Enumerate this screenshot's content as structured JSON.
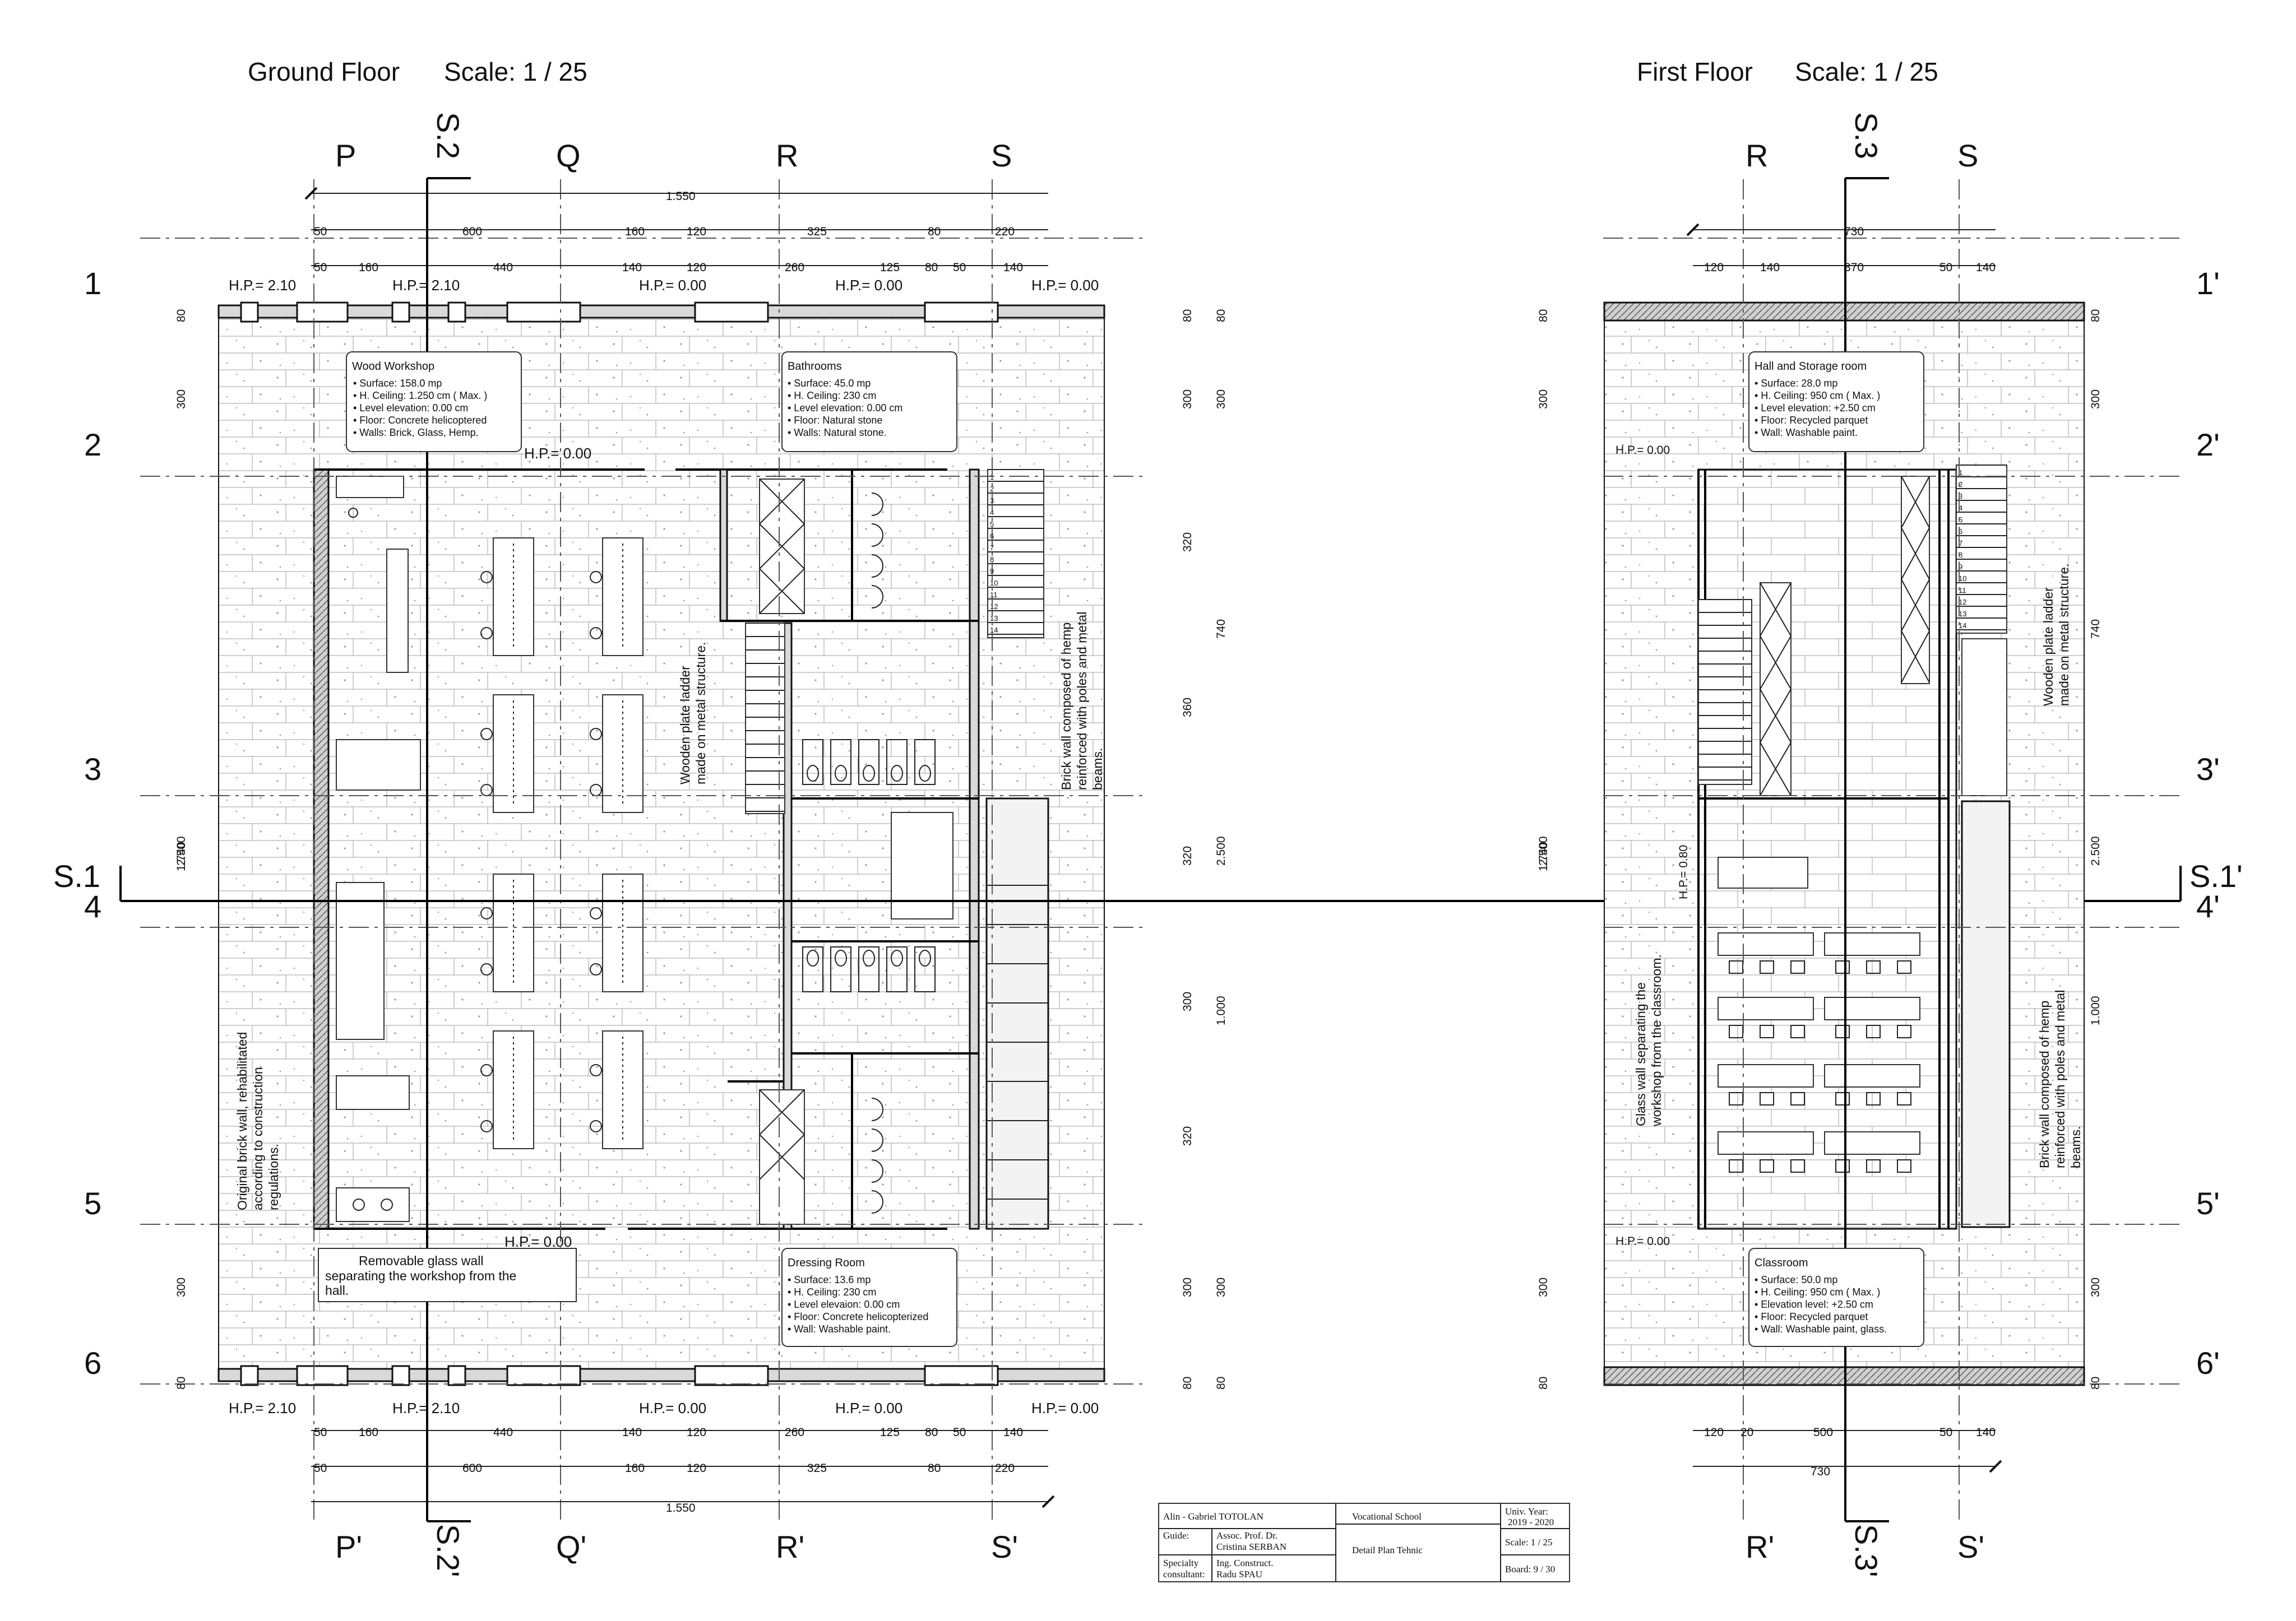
{
  "ground_floor": {
    "title": "Ground Floor",
    "scale": "Scale:  1 / 25",
    "axes_top": [
      "P",
      "Q",
      "R",
      "S"
    ],
    "axes_bottom": [
      "P'",
      "Q'",
      "R'",
      "S'"
    ],
    "axes_rows": [
      "1",
      "2",
      "3",
      "4",
      "5",
      "6"
    ],
    "section_s1": "S.1",
    "section_s2": "S.2",
    "section_s2b": "S.2'",
    "dims_total": "1.550",
    "dims_row1": [
      "50",
      "600",
      "160",
      "120",
      "325",
      "80",
      "220"
    ],
    "dims_row2": [
      "50",
      "160",
      "440",
      "140",
      "120",
      "260",
      "125",
      "80",
      "50",
      "140"
    ],
    "hp_top": [
      "H.P.= 2.10",
      "H.P.= 2.10",
      "H.P.= 0.00",
      "H.P.= 0.00",
      "H.P.= 0.00"
    ],
    "hp_mid": "H.P.= 0.00",
    "hp_bottom_mid": "H.P.= 0.00",
    "hp_bottom": [
      "H.P.= 2.10",
      "H.P.= 2.10",
      "H.P.= 0.00",
      "H.P.= 0.00",
      "H.P.= 0.00"
    ],
    "left_dims": [
      "80",
      "300",
      "2.500",
      "1.740",
      "300",
      "80"
    ],
    "right_dims_a": [
      "80",
      "300",
      "320",
      "360",
      "320",
      "300",
      "320",
      "300",
      "80"
    ],
    "right_dims_b": [
      "80",
      "300",
      "740",
      "2.500",
      "1.000",
      "300",
      "80"
    ],
    "rooms": {
      "wood_workshop": {
        "title": "Wood Workshop",
        "items": [
          "Surface: 158.0 mp",
          "H. Ceiling:  1.250 cm ( Max. )",
          "Level elevation: 0.00 cm",
          "Floor: Concrete helicoptered",
          "Walls: Brick, Glass, Hemp."
        ]
      },
      "bathrooms": {
        "title": "Bathrooms",
        "items": [
          "Surface: 45.0 mp",
          "H. Ceiling:  230 cm",
          "Level elevation: 0.00 cm",
          "Floor: Natural stone",
          "Walls: Natural stone."
        ]
      },
      "dressing_room": {
        "title": "Dressing Room",
        "items": [
          "Surface: 13.6 mp",
          "H. Ceiling:  230 cm",
          "Level elevaion: 0.00 cm",
          "Floor: Concrete helicopterized",
          "Wall: Washable paint."
        ]
      }
    },
    "notes": {
      "ladder": [
        "Wooden plate ladder",
        "made on metal structure."
      ],
      "hemp_wall": [
        "Brick wall composed of hemp",
        "reinforced with poles and metal",
        "beams."
      ],
      "brick_wall": [
        "Original brick wall, rehabilitated",
        "according to construction",
        "regulations."
      ],
      "glass_wall": [
        "Removable glass wall",
        "separating the workshop from the",
        "hall."
      ]
    }
  },
  "first_floor": {
    "title": "First Floor",
    "scale": "Scale:  1 / 25",
    "axes_top": [
      "R",
      "S"
    ],
    "axes_bottom": [
      "R'",
      "S'"
    ],
    "axes_rows": [
      "1'",
      "2'",
      "3'",
      "4'",
      "5'",
      "6'"
    ],
    "section_s1": "S.1'",
    "section_s3": "S.3",
    "section_s3b": "S.3'",
    "dims_top_total": "730",
    "dims_top": [
      "120",
      "140",
      "370",
      "50",
      "140"
    ],
    "dims_bottom": [
      "120",
      "20",
      "500",
      "50",
      "140"
    ],
    "dims_bottom_total": "730",
    "left_dims": [
      "80",
      "300",
      "2.500",
      "1.740",
      "300",
      "80"
    ],
    "right_dims": [
      "80",
      "300",
      "740",
      "2.500",
      "1.000",
      "300",
      "80"
    ],
    "hp_top": "H.P.= 0.00",
    "hp_bottom": "H.P.= 0.00",
    "hp_side": "H.P.= 0.80",
    "rooms": {
      "hall": {
        "title": "Hall and Storage room",
        "items": [
          "Surface: 28.0 mp",
          "H. Ceiling: 950 cm ( Max. )",
          "Level elevation: +2.50 cm",
          "Floor: Recycled parquet",
          "Wall: Washable paint."
        ]
      },
      "classroom": {
        "title": "Classroom",
        "items": [
          "Surface: 50.0 mp",
          "H. Ceiling: 950 cm ( Max. )",
          "Elevation level: +2.50 cm",
          "Floor: Recycled parquet",
          "Wall: Washable paint, glass."
        ]
      }
    },
    "notes": {
      "ladder": [
        "Wooden plate ladder",
        "made on metal structure."
      ],
      "glass_wall": [
        "Glass wall separating the",
        "workshop from the classroom."
      ],
      "hemp_wall": [
        "Brick wall composed of hemp",
        "reinforced with poles and metal",
        "beams."
      ]
    }
  },
  "title_block": {
    "author": "Alin - Gabriel TOTOLAN",
    "guide_label": "Guide:",
    "guide_name_1": "Assoc. Prof. Dr.",
    "guide_name_2": "Cristina SERBAN",
    "consultant_label_1": "Specialty",
    "consultant_label_2": "consultant:",
    "consultant_name_1": "Ing. Construct.",
    "consultant_name_2": "Radu SPAU",
    "project": "Vocational School",
    "sheet_name": "Detail Plan Tehnic",
    "year_label": "Univ. Year:",
    "year": "2019 - 2020",
    "scale": "Scale: 1 / 25",
    "board": "Board: 9 / 30"
  },
  "colors": {
    "line": "#111111",
    "wall_fill": "#d9d9d9",
    "background": "#ffffff"
  }
}
